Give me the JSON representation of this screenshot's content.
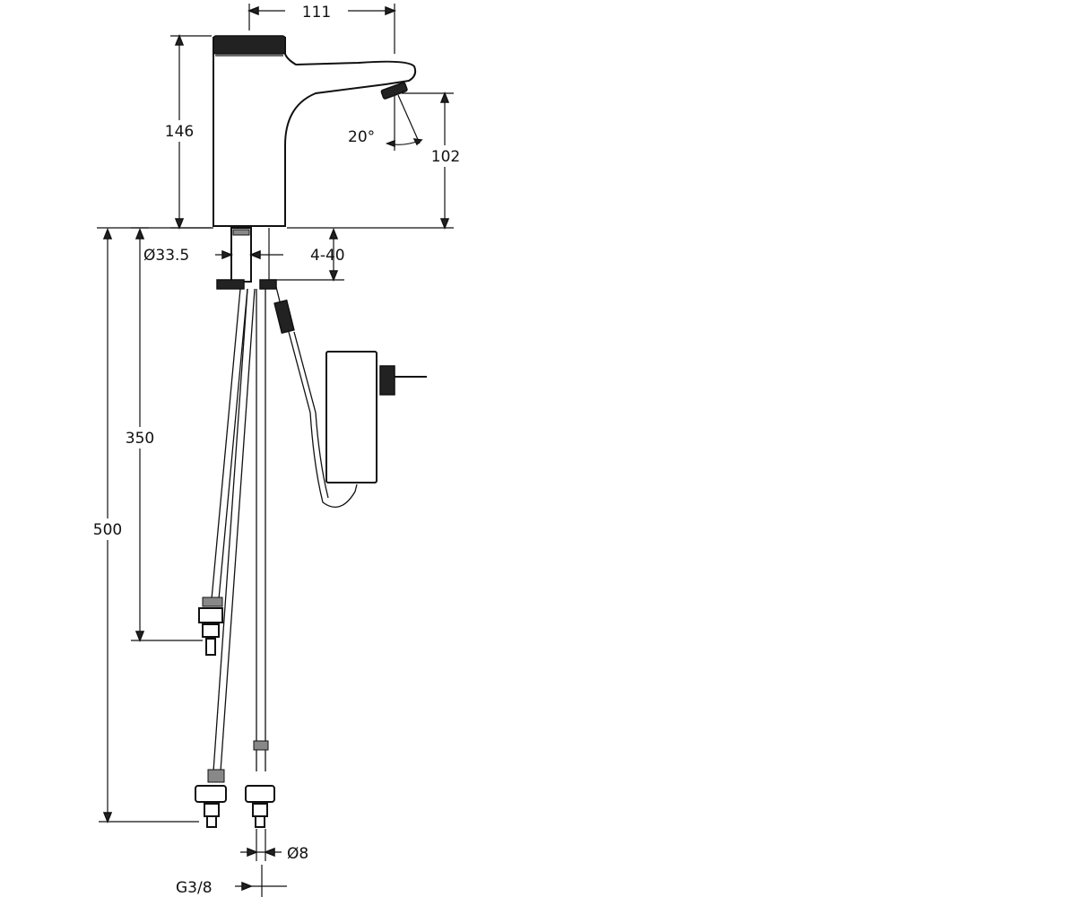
{
  "dimensions": {
    "top_width": "111",
    "body_height": "146",
    "spout_height": "102",
    "spray_angle": "20°",
    "shank_diameter": "Ø33.5",
    "deck_thickness": "4-40",
    "short_hose_length": "350",
    "long_hose_length": "500",
    "tube_diameter": "Ø8",
    "connection_thread": "G3/8"
  },
  "colors": {
    "line": "#111111",
    "background": "#ffffff"
  }
}
